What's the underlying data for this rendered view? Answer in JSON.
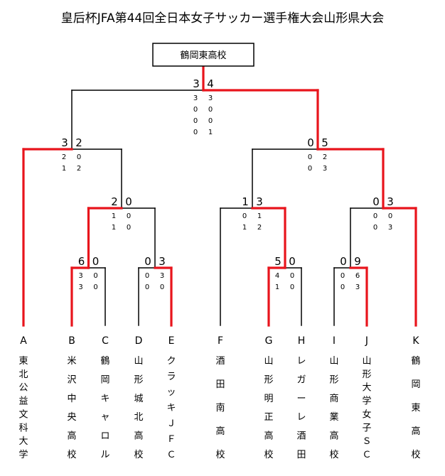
{
  "title": "皇后杯JFA第44回全日本女子サッカー選手権大会山形県大会",
  "champion": "鶴岡東高校",
  "colors": {
    "win": "#e8141c",
    "line": "#000000"
  },
  "teams": [
    {
      "letter": "A",
      "name": "東北公益文科大学"
    },
    {
      "letter": "B",
      "name": "米沢中央高校"
    },
    {
      "letter": "C",
      "name": "鶴岡キャロル"
    },
    {
      "letter": "D",
      "name": "山形城北高校"
    },
    {
      "letter": "E",
      "name": "クラッキＪＦＣ"
    },
    {
      "letter": "F",
      "name": "酒田南高校"
    },
    {
      "letter": "G",
      "name": "山形明正高校"
    },
    {
      "letter": "H",
      "name": "レガーレ酒田"
    },
    {
      "letter": "I",
      "name": "山形商業高校"
    },
    {
      "letter": "J",
      "name": "山形大学女子ＳＣ"
    },
    {
      "letter": "K",
      "name": "鶴岡東高校"
    }
  ],
  "matches": [
    {
      "id": "r1-bc",
      "score": [
        "6",
        "0"
      ],
      "halves": [
        [
          "3",
          "3"
        ],
        [
          "0",
          "0"
        ]
      ],
      "winner": "left"
    },
    {
      "id": "r1-de",
      "score": [
        "0",
        "3"
      ],
      "halves": [
        [
          "0",
          "0"
        ],
        [
          "3",
          "0"
        ]
      ],
      "winner": "right"
    },
    {
      "id": "r1-gh",
      "score": [
        "5",
        "0"
      ],
      "halves": [
        [
          "4",
          "1"
        ],
        [
          "0",
          "0"
        ]
      ],
      "winner": "left"
    },
    {
      "id": "r1-ij",
      "score": [
        "0",
        "9"
      ],
      "halves": [
        [
          "0",
          "0"
        ],
        [
          "6",
          "3"
        ]
      ],
      "winner": "right"
    },
    {
      "id": "qf-be",
      "score": [
        "2",
        "0"
      ],
      "halves": [
        [
          "1",
          "1"
        ],
        [
          "0",
          "0"
        ]
      ],
      "winner": "left"
    },
    {
      "id": "qf-fg",
      "score": [
        "1",
        "3"
      ],
      "halves": [
        [
          "0",
          "1"
        ],
        [
          "1",
          "2"
        ]
      ],
      "winner": "right"
    },
    {
      "id": "qf-jk",
      "score": [
        "0",
        "3"
      ],
      "halves": [
        [
          "0",
          "0"
        ],
        [
          "0",
          "3"
        ]
      ],
      "winner": "right"
    },
    {
      "id": "sf-left",
      "score": [
        "3",
        "2"
      ],
      "halves": [
        [
          "2",
          "1"
        ],
        [
          "0",
          "2"
        ]
      ],
      "winner": "left"
    },
    {
      "id": "sf-right",
      "score": [
        "0",
        "5"
      ],
      "halves": [
        [
          "0",
          "0"
        ],
        [
          "2",
          "3"
        ]
      ],
      "winner": "right"
    },
    {
      "id": "final",
      "score": [
        "3",
        "4"
      ],
      "halves": [
        [
          "3",
          "0",
          "0",
          "0"
        ],
        [
          "3",
          "0",
          "0",
          "1"
        ]
      ],
      "winner": "right"
    }
  ]
}
